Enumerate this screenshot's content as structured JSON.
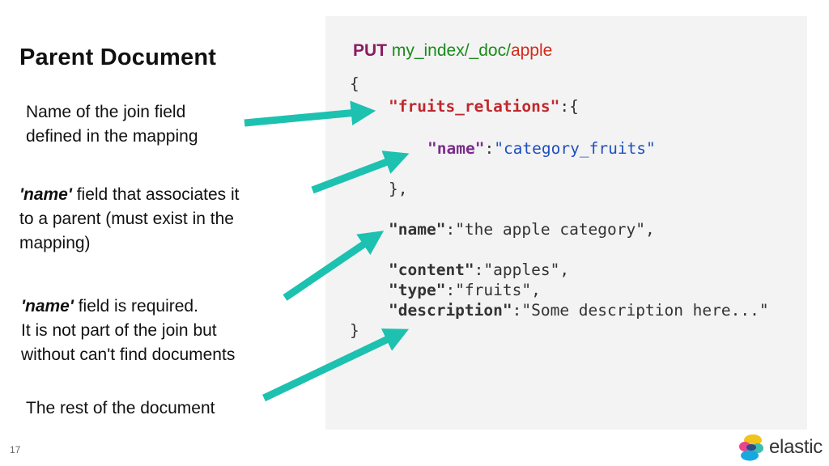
{
  "slide": {
    "title": "Parent Document",
    "number": "17",
    "brand": "elastic"
  },
  "notes": {
    "n1_line1": "Name of the join field",
    "n1_line2": "defined in the mapping",
    "n2_bold": "'name'",
    "n2_line1": " field that associates it",
    "n2_line2": "to a parent (must exist in the",
    "n2_line3": "mapping)",
    "n3_bold": "'name'",
    "n3_line1": " field is required.",
    "n3_line2": "It is not part of the join but",
    "n3_line3": "without can't find documents",
    "n4_line1": "The rest of the document"
  },
  "request": {
    "verb": "PUT",
    "path": "my_index/_doc/",
    "id": "apple"
  },
  "code": {
    "open_brace": "{",
    "join_key": "\"fruits_relations\"",
    "join_sep": ":{",
    "inner_key": "\"name\"",
    "inner_sep": ":",
    "inner_val": "\"category_fruits\"",
    "inner_close": "},",
    "name_key": "\"name\"",
    "name_val": ":\"the apple category\",",
    "content_key": "\"content\"",
    "content_val": ":\"apples\",",
    "type_key": "\"type\"",
    "type_val": ":\"fruits\",",
    "desc_key": "\"description\"",
    "desc_val": ":\"Some description here...\"",
    "close_brace": "}"
  },
  "colors": {
    "verb": "#8b1c62",
    "path": "#1a8a1a",
    "id": "#d42a1a",
    "join_key": "#c0282d",
    "inner_key": "#7b2d8b",
    "inner_val": "#1e4fbf",
    "arrow": "#1dc1b0",
    "code_bg": "#f3f3f3"
  },
  "icons": {
    "logo": "elastic-logo-icon"
  }
}
